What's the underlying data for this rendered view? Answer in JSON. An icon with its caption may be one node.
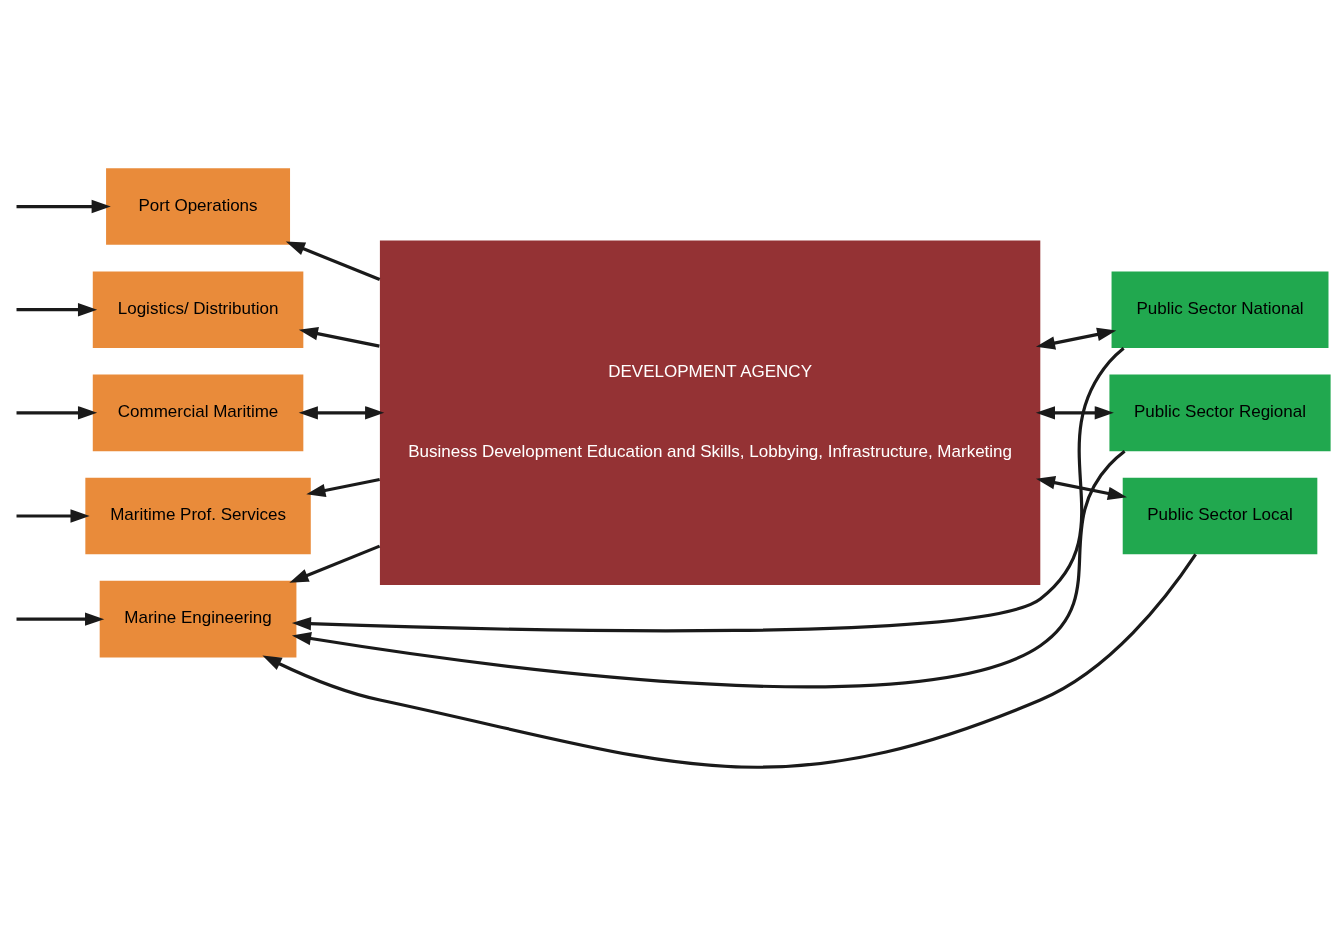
{
  "diagram": {
    "nodes": [
      {
        "text": [
          "Port Operations"
        ]
      },
      {
        "text": [
          "Logistics/ Distribution"
        ]
      },
      {
        "text": [
          "Commercial Maritime"
        ]
      },
      {
        "text": [
          "Maritime Prof. Services"
        ]
      },
      {
        "text": [
          "Marine Engineering"
        ]
      },
      {
        "text": [
          "DEVELOPMENT AGENCY",
          "Business Development Education and Skills, Lobbying, Infrastructure, Marketing"
        ]
      },
      {
        "text": [
          "Public Sector National"
        ]
      },
      {
        "text": [
          "Public Sector Regional"
        ]
      },
      {
        "text": [
          "Public Sector Local"
        ]
      }
    ],
    "edges": [
      {
        "from": null,
        "to": 0,
        "arrow": "to"
      },
      {
        "from": null,
        "to": 1,
        "arrow": "to"
      },
      {
        "from": null,
        "to": 2,
        "arrow": "to"
      },
      {
        "from": null,
        "to": 3,
        "arrow": "to"
      },
      {
        "from": null,
        "to": 4,
        "arrow": "to"
      },
      {
        "from": 5,
        "to": 0,
        "arrow": "to"
      },
      {
        "from": 5,
        "to": 1,
        "arrow": "to"
      },
      {
        "from": 2,
        "to": 5,
        "arrow": "both"
      },
      {
        "from": 5,
        "to": 3,
        "arrow": "to"
      },
      {
        "from": 5,
        "to": 4,
        "arrow": "to"
      },
      {
        "from": 5,
        "to": 6,
        "arrow": "both"
      },
      {
        "from": 5,
        "to": 7,
        "arrow": "both"
      },
      {
        "from": 5,
        "to": 8,
        "arrow": "both"
      },
      {
        "from": 6,
        "to": 4,
        "arrow": "to"
      },
      {
        "from": 7,
        "to": 4,
        "arrow": "to"
      },
      {
        "from": 8,
        "to": 4,
        "arrow": "to"
      }
    ]
  }
}
